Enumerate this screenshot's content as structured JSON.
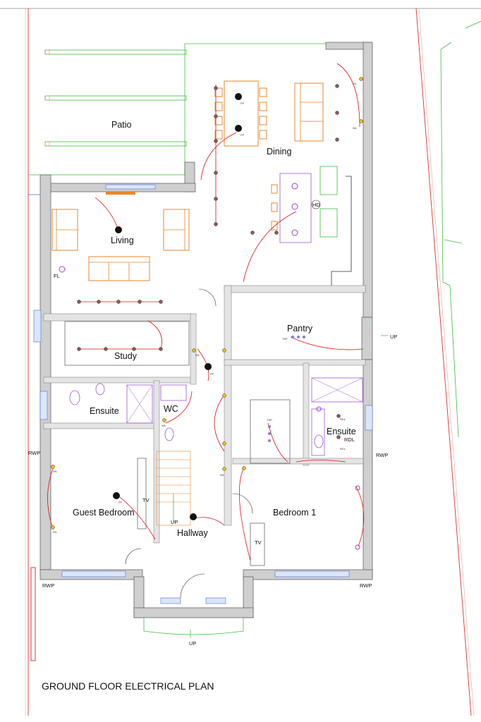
{
  "title": "GROUND FLOOR ELECTRICAL PLAN",
  "rooms": {
    "patio": "Patio",
    "dining": "Dining",
    "living": "Living",
    "study": "Study",
    "pantry": "Pantry",
    "ensuite_left": "Ensuite",
    "wc": "WC",
    "ensuite_right": "Ensuite",
    "guest_bedroom": "Guest Bedroom",
    "bedroom1": "Bedroom 1",
    "hallway": "Hallway"
  },
  "labels": {
    "rwp": "RWP",
    "up": "UP",
    "tv": "TV",
    "fl": "FL",
    "hd": "HD",
    "wl": "WL",
    "rdl": "RDL",
    "tsp": "TSP",
    "fp": "FP"
  },
  "colors": {
    "wiring": "#d11111",
    "furniture": "#e8872c",
    "landscape": "#3fbf3f",
    "fixtures": "#9b59d0",
    "boundary": "#d33333"
  }
}
